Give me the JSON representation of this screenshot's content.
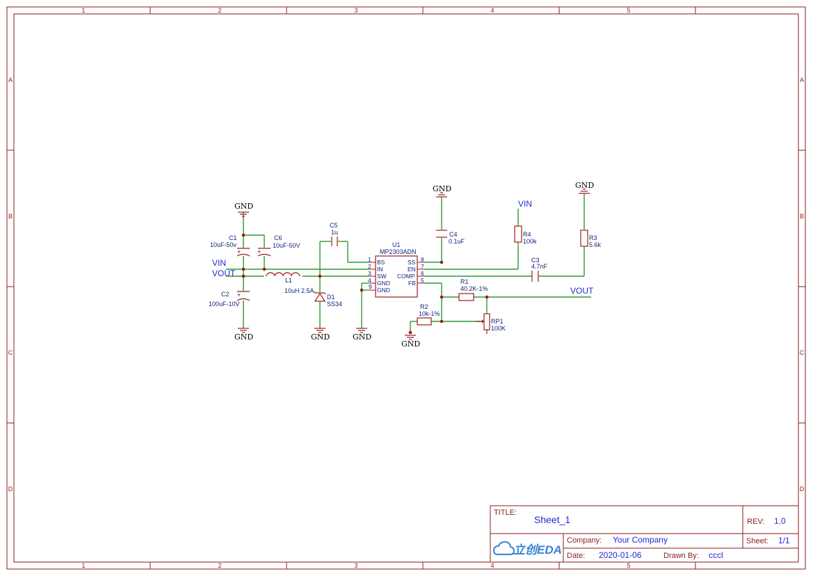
{
  "sheet": {
    "columns": [
      "1",
      "2",
      "3",
      "4",
      "5"
    ],
    "rows": [
      "A",
      "B",
      "C",
      "D"
    ]
  },
  "nets": {
    "gnd": "GND",
    "vin": "VIN",
    "vout": "VOUT"
  },
  "components": {
    "C1": {
      "ref": "C1",
      "value": "10uF-50v"
    },
    "C6": {
      "ref": "C6",
      "value": "10uF-50V"
    },
    "C2": {
      "ref": "C2",
      "value": "100uF-10V"
    },
    "C5": {
      "ref": "C5",
      "value": "1u"
    },
    "C4": {
      "ref": "C4",
      "value": "0.1uF"
    },
    "C3": {
      "ref": "C3",
      "value": "4.7nF"
    },
    "L1": {
      "ref": "L1",
      "value": "10uH 2.5A"
    },
    "D1": {
      "ref": "D1",
      "value": "SS34"
    },
    "U1": {
      "ref": "U1",
      "value": "MP2303ADN"
    },
    "R1": {
      "ref": "R1",
      "value": "40.2K-1%"
    },
    "R2": {
      "ref": "R2",
      "value": "10k-1%"
    },
    "R3": {
      "ref": "R3",
      "value": "5.6k"
    },
    "R4": {
      "ref": "R4",
      "value": "100k"
    },
    "RP1": {
      "ref": "RP1",
      "value": "100K"
    }
  },
  "u1_pins": {
    "left": [
      {
        "num": "1",
        "name": "BS"
      },
      {
        "num": "2",
        "name": "IN"
      },
      {
        "num": "3",
        "name": "SW"
      },
      {
        "num": "4",
        "name": "GND"
      },
      {
        "num": "9",
        "name": "GND"
      }
    ],
    "right": [
      {
        "num": "8",
        "name": "SS"
      },
      {
        "num": "7",
        "name": "EN"
      },
      {
        "num": "6",
        "name": "COMP"
      },
      {
        "num": "5",
        "name": "FB"
      }
    ]
  },
  "title_block": {
    "title_label": "TITLE:",
    "title": "Sheet_1",
    "rev_label": "REV:",
    "rev": "1.0",
    "company_label": "Company:",
    "company": "Your Company",
    "sheet_label": "Sheet:",
    "sheet": "1/1",
    "date_label": "Date:",
    "date": "2020-01-06",
    "drawn_label": "Drawn By:",
    "drawn": "cccl",
    "logo_text": "立创EDA"
  },
  "colors": {
    "frame": "#8b1a1a",
    "wire": "#2e9a2e",
    "component": "#9b1b1b",
    "text": "#0d1f7a",
    "net": "#1f2ad6"
  }
}
